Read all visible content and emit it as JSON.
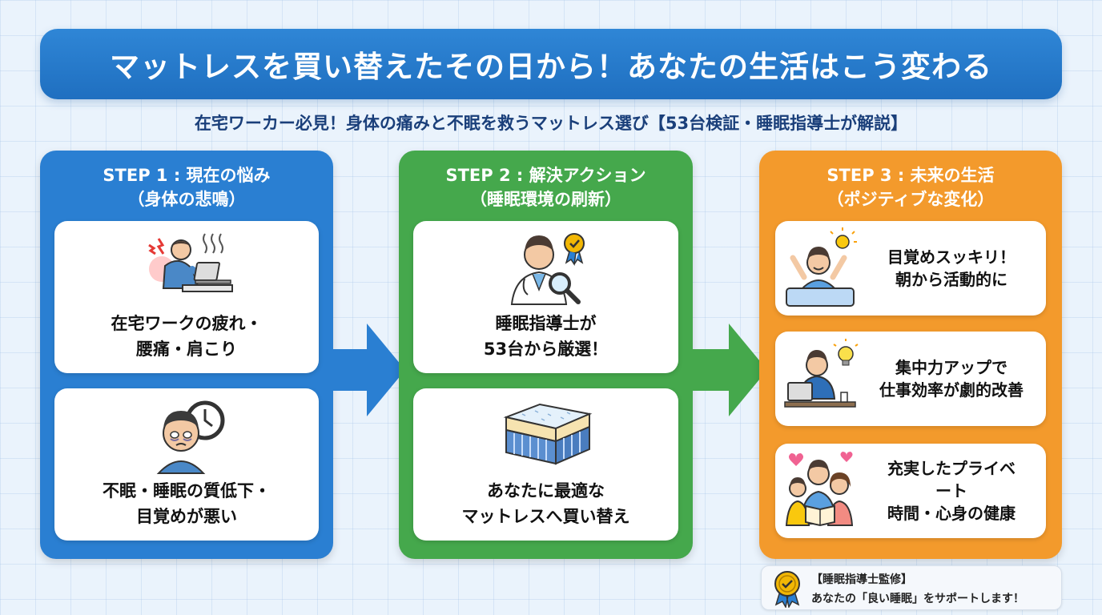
{
  "title": "マットレスを買い替えたその日から！あなたの生活はこう変わる",
  "subtitle": "在宅ワーカー必見！身体の痛みと不眠を救うマットレス選び【53台検証・睡眠指導士が解説】",
  "step1": {
    "heading_line1": "STEP 1 : 現在の悩み",
    "heading_line2": "（身体の悲鳴）",
    "card1": {
      "line1": "在宅ワークの疲れ・",
      "line2": "腰痛・肩こり"
    },
    "card2": {
      "line1": "不眠・睡眠の質低下・",
      "line2": "目覚めが悪い"
    }
  },
  "step2": {
    "heading_line1": "STEP 2 : 解決アクション",
    "heading_line2": "（睡眠環境の刷新）",
    "card1": {
      "line1": "睡眠指導士が",
      "line2": "53台から厳選！"
    },
    "card2": {
      "line1": "あなたに最適な",
      "line2": "マットレスへ買い替え"
    }
  },
  "step3": {
    "heading_line1": "STEP 3 : 未来の生活",
    "heading_line2": "（ポジティブな変化）",
    "card1": {
      "line1": "目覚めスッキリ！",
      "line2": "朝から活動的に"
    },
    "card2": {
      "line1": "集中力アップで",
      "line2": "仕事効率が劇的改善"
    },
    "card3": {
      "line1": "充実したプライベ",
      "line2": "ート",
      "line3": "時間・心身の健康"
    }
  },
  "badge": {
    "line1": "【睡眠指導士監修】",
    "line2": "あなたの「良い睡眠」をサポートします！"
  },
  "colors": {
    "title_banner": "#2a7fd2",
    "step1": "#2a7fd2",
    "step2": "#45a84c",
    "step3": "#f39a2c",
    "arrow": "#2a7fd2"
  },
  "icons": {
    "step1_card1": "back-pain-worker-icon",
    "step1_card2": "insomnia-clock-icon",
    "step2_card1": "sleep-expert-badge-icon",
    "step2_card2": "mattress-icon",
    "step3_card1": "refreshed-wakeup-icon",
    "step3_card2": "focused-work-icon",
    "step3_card3": "family-reading-icon"
  }
}
